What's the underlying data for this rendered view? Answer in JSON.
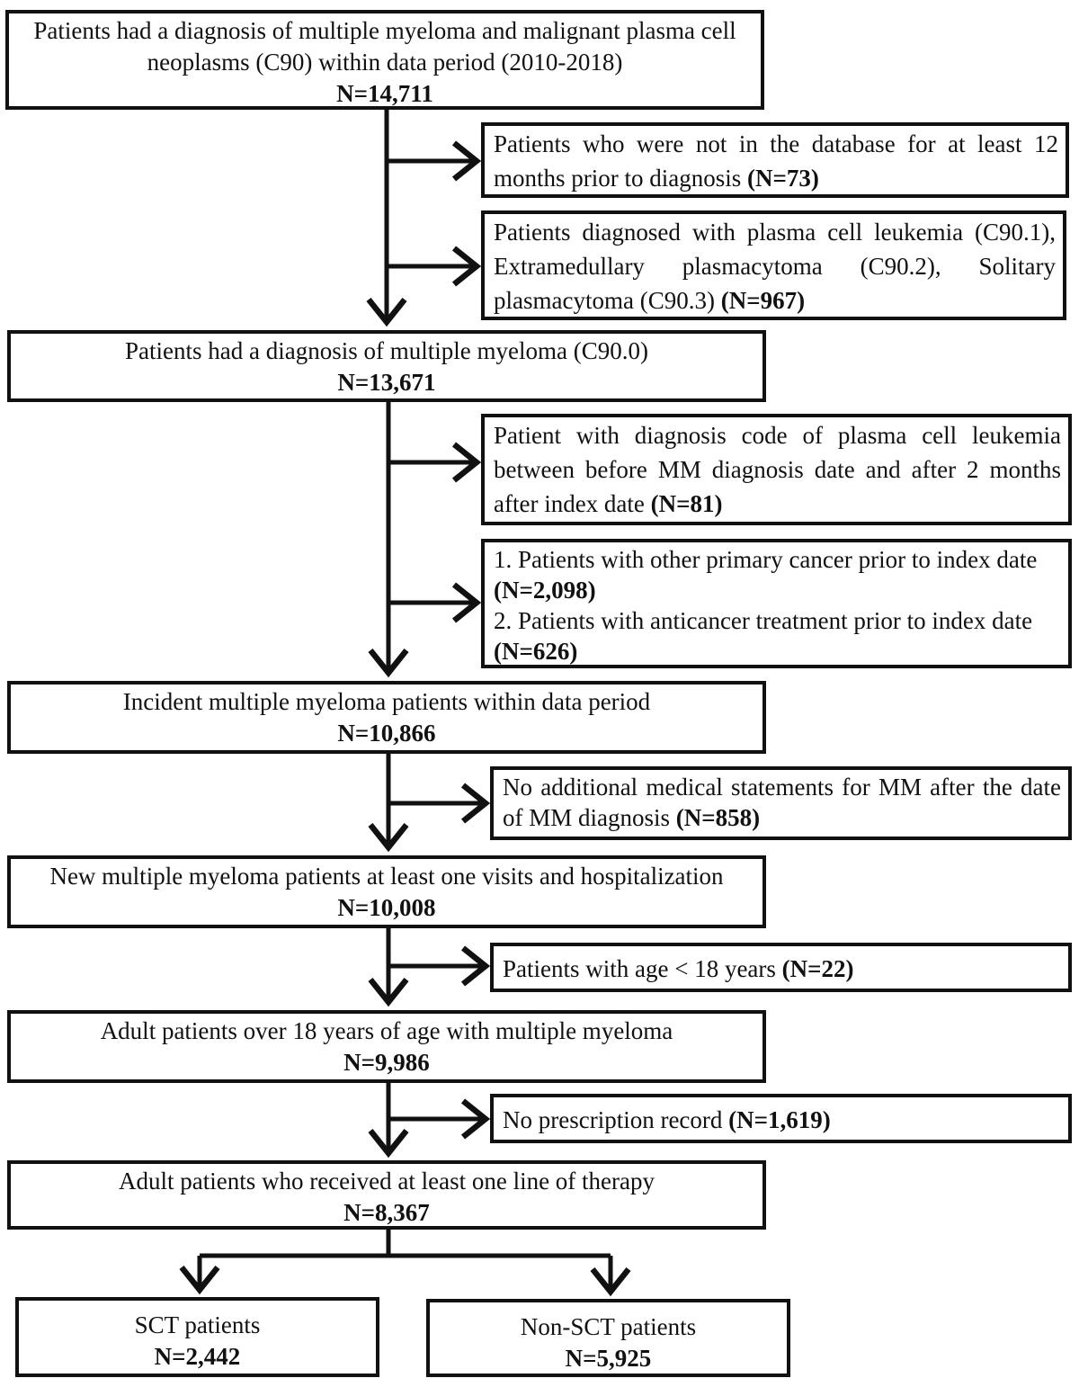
{
  "main_boxes": [
    {
      "text": "Patients had a diagnosis of multiple myeloma and malignant plasma cell neoplasms (C90) within data period (2010-2018)",
      "n": "N=14,711"
    },
    {
      "text": "Patients had a diagnosis of multiple myeloma (C90.0)",
      "n": "N=13,671"
    },
    {
      "text": "Incident multiple myeloma patients within data period",
      "n": "N=10,866"
    },
    {
      "text": "New multiple myeloma patients at least one visits and hospitalization",
      "n": "N=10,008"
    },
    {
      "text": "Adult patients over 18 years of age with multiple myeloma",
      "n": "N=9,986"
    },
    {
      "text": "Adult patients who received at least one line of therapy",
      "n": "N=8,367"
    }
  ],
  "exclusions": [
    {
      "text": "Patients who were not in the database for at least 12 months prior to diagnosis",
      "n": "(N=73)"
    },
    {
      "text": "Patients diagnosed with plasma cell leukemia (C90.1), Extramedullary plasmacytoma (C90.2), Solitary plasmacytoma (C90.3)",
      "n": "(N=967)"
    },
    {
      "text": "Patient with diagnosis code of plasma cell leukemia between before MM diagnosis date and after 2 months after index date",
      "n": "(N=81)"
    },
    {
      "items": [
        {
          "text": "1. Patients with other primary cancer prior to index date",
          "n": "(N=2,098)"
        },
        {
          "text": "2. Patients with anticancer treatment prior to index date",
          "n": "(N=626)"
        }
      ]
    },
    {
      "text": "No additional medical statements for MM after the date of MM diagnosis",
      "n": "(N=858)"
    },
    {
      "text": "Patients with age < 18 years",
      "n": "(N=22)"
    },
    {
      "text": "No prescription record",
      "n": "(N=1,619)"
    }
  ],
  "final_groups": [
    {
      "text": "SCT patients",
      "n": "N=2,442"
    },
    {
      "text": "Non-SCT patients",
      "n": "N=5,925"
    }
  ]
}
